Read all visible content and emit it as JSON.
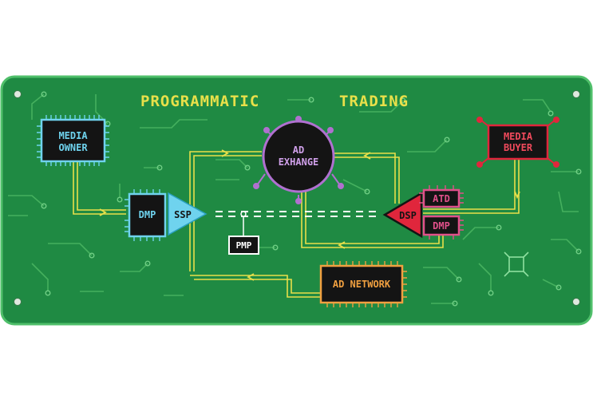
{
  "title": {
    "left": "PROGRAMMATIC",
    "right": "TRADING"
  },
  "nodes": {
    "media_owner": {
      "line1": "MEDIA",
      "line2": "OWNER"
    },
    "media_buyer": {
      "line1": "MEDIA",
      "line2": "BUYER"
    },
    "ad_exchange": {
      "line1": "AD",
      "line2": "EXHANGE"
    },
    "dmp_left": {
      "label": "DMP"
    },
    "ssp": {
      "label": "SSP"
    },
    "pmp": {
      "label": "PMP"
    },
    "dsp": {
      "label": "DSP"
    },
    "atd": {
      "label": "ATD"
    },
    "dmp_right": {
      "label": "DMP"
    },
    "ad_network": {
      "label": "AD NETWORK"
    }
  },
  "colors": {
    "board": "#1f8a43",
    "board_edge": "#4fbf6a",
    "trace": "#45b05e",
    "title": "#e8e04a",
    "flow_line": "#e8e04a",
    "blue": "#6fd3ee",
    "red": "#e0263c",
    "purple": "#b070d0",
    "pink": "#e0508a",
    "orange": "#f0a040",
    "chip_fill": "#141414"
  }
}
